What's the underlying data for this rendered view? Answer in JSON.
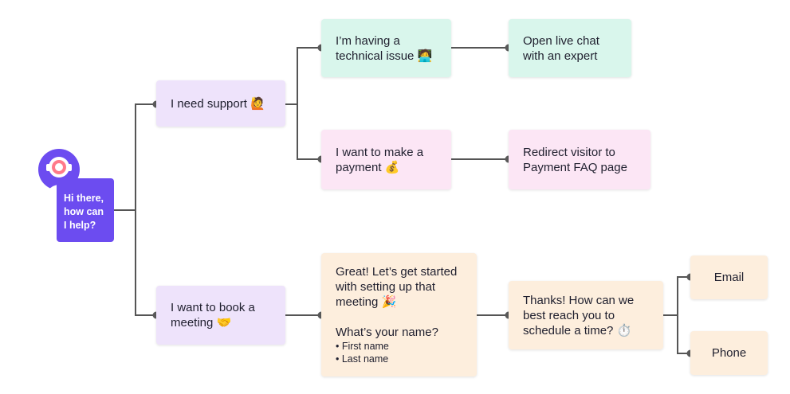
{
  "colors": {
    "connector": "#555555",
    "dot": "#5a5a5a",
    "bot_accent": "#6c4cf0",
    "purple_node": "#eee3fb",
    "green_node": "#d9f6ec",
    "pink_node": "#fce6f5",
    "peach_node": "#fdeedd"
  },
  "bot": {
    "avatar_icon": "chatbot-avatar-icon",
    "greeting_lines": [
      "Hi there,",
      "how can",
      "I help?"
    ]
  },
  "nodes": {
    "need_support": {
      "lines": [
        "I need support 🙋"
      ]
    },
    "technical_issue": {
      "lines": [
        "I’m having a",
        "technical issue 🧑‍💻"
      ]
    },
    "live_chat": {
      "lines": [
        "Open live chat",
        "with an expert"
      ]
    },
    "make_payment": {
      "lines": [
        "I want to make a",
        "payment 💰"
      ]
    },
    "payment_faq": {
      "lines": [
        "Redirect visitor to",
        "Payment FAQ page"
      ]
    },
    "book_meeting": {
      "lines": [
        "I want to book a",
        "meeting 🤝"
      ]
    },
    "get_started": {
      "lines": [
        "Great! Let’s get started",
        "with setting up that",
        "meeting 🎉"
      ],
      "question": "What’s your name?",
      "bullets": [
        "• First name",
        "• Last name"
      ]
    },
    "reach_you": {
      "lines": [
        "Thanks! How can we",
        "best reach you to",
        "schedule a time? ⏱️"
      ]
    },
    "email": {
      "lines": [
        "Email"
      ]
    },
    "phone": {
      "lines": [
        "Phone"
      ]
    }
  }
}
